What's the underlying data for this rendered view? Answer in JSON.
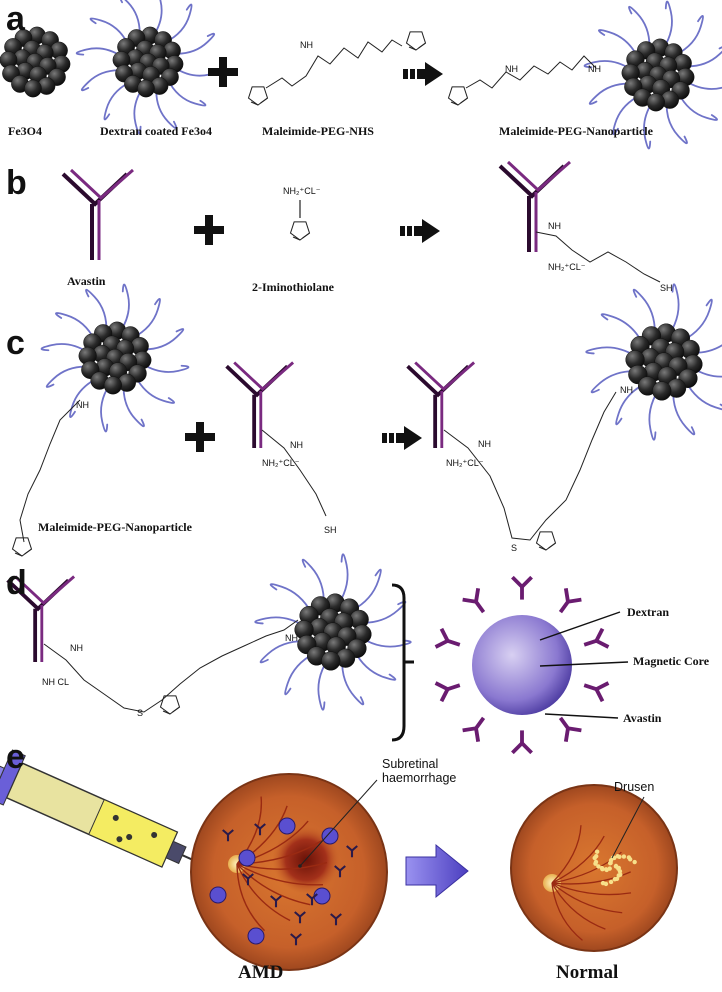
{
  "panels": {
    "a": {
      "letter": "a",
      "labels": {
        "fe3o4": "Fe3O4",
        "dextran": "Dextran coated Fe3o4",
        "linker": "Maleimide-PEG-NHS",
        "product": "Maleimide-PEG-Nanoparticle"
      }
    },
    "b": {
      "letter": "b",
      "labels": {
        "antibody": "Avastin",
        "reagent": "2-Iminothiolane"
      }
    },
    "c": {
      "letter": "c",
      "labels": {
        "reactant": "Maleimide-PEG-Nanoparticle"
      }
    },
    "d": {
      "letter": "d",
      "callouts": {
        "dextran": "Dextran",
        "core": "Magnetic Core",
        "avastin": "Avastin"
      }
    },
    "e": {
      "letter": "e",
      "callouts": {
        "haemorrhage_line1": "Subretinal",
        "haemorrhage_line2": "haemorrhage",
        "drusen": "Drusen"
      },
      "captions": {
        "left": "AMD",
        "right": "Normal"
      }
    }
  },
  "chem_text": {
    "nh": "NH",
    "sh": "SH",
    "s": "S",
    "nh2cl": "NH₂⁺CL⁻",
    "nhcl": "NH CL"
  },
  "colors": {
    "particle": "#262626",
    "dextran_chain": "#6f73c8",
    "antibody": "#5a1a5e",
    "arrow": "#111111",
    "retina": "#c8672a",
    "vessel": "#9a2a12",
    "syringe_barrel": "#e8e3a0",
    "blue_arrow": "#6a5fd8"
  }
}
